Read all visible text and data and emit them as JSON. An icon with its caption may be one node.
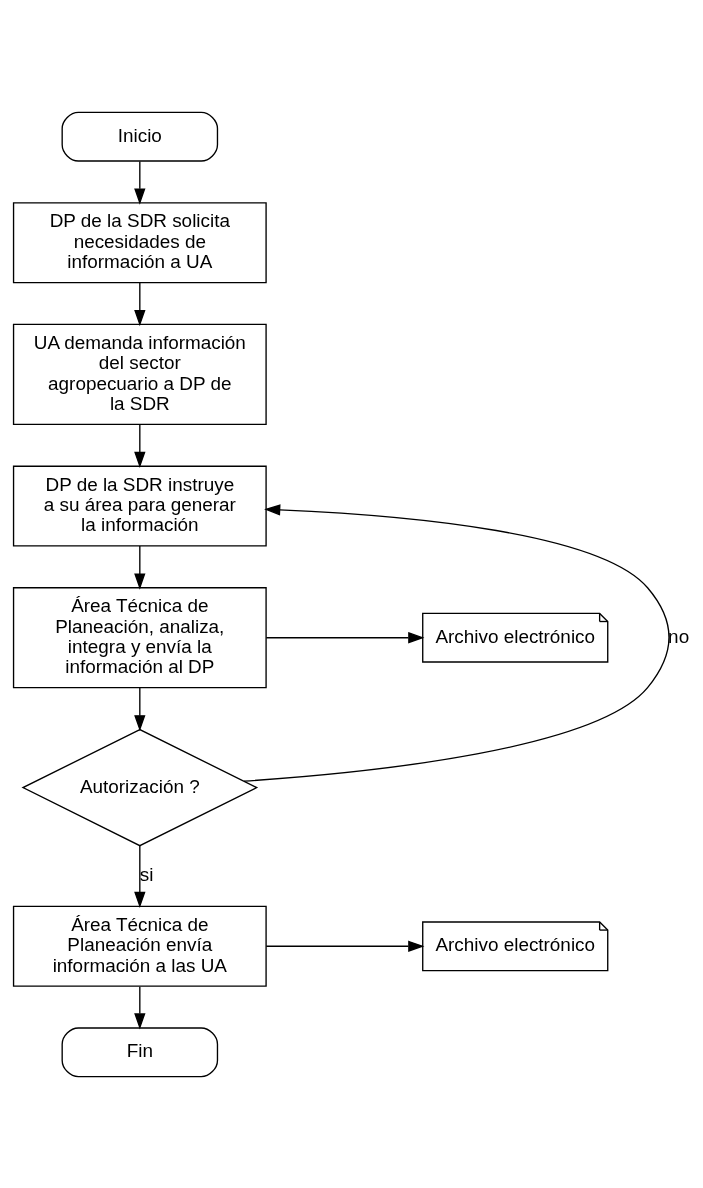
{
  "diagram": {
    "nodes": [
      {
        "text": [
          "Inicio"
        ]
      },
      {
        "text": [
          "DP de la SDR solicita necesidades de información a UA"
        ]
      },
      {
        "text": [
          "UA demanda información del sector agropecuario a DP de la SDR"
        ]
      },
      {
        "text": [
          "DP de la SDR instruye a su área para generar la información"
        ]
      },
      {
        "text": [
          "Área Técnica de Planeación, analiza, integra y envía la información al DP"
        ]
      },
      {
        "text": [
          "Archivo electrónico"
        ]
      },
      {
        "text": [
          "Autorización ?"
        ]
      },
      {
        "text": [
          "Área Técnica de Planeación envía información a las UA"
        ]
      },
      {
        "text": [
          "Archivo electrónico"
        ]
      },
      {
        "text": [
          "Fin"
        ]
      }
    ],
    "edges": [
      {
        "from": 0,
        "to": 1,
        "arrow": "to"
      },
      {
        "from": 1,
        "to": 2,
        "arrow": "to"
      },
      {
        "from": 2,
        "to": 3,
        "arrow": "to"
      },
      {
        "from": 3,
        "to": 4,
        "arrow": "to"
      },
      {
        "from": 4,
        "to": 5,
        "arrow": "to"
      },
      {
        "from": 4,
        "to": 6,
        "arrow": "to"
      },
      {
        "from": 6,
        "to": 3,
        "label": "no",
        "arrow": "to"
      },
      {
        "from": 6,
        "to": 7,
        "label": "si",
        "arrow": "to"
      },
      {
        "from": 7,
        "to": 8,
        "arrow": "to"
      },
      {
        "from": 7,
        "to": 9,
        "arrow": "to"
      }
    ]
  }
}
